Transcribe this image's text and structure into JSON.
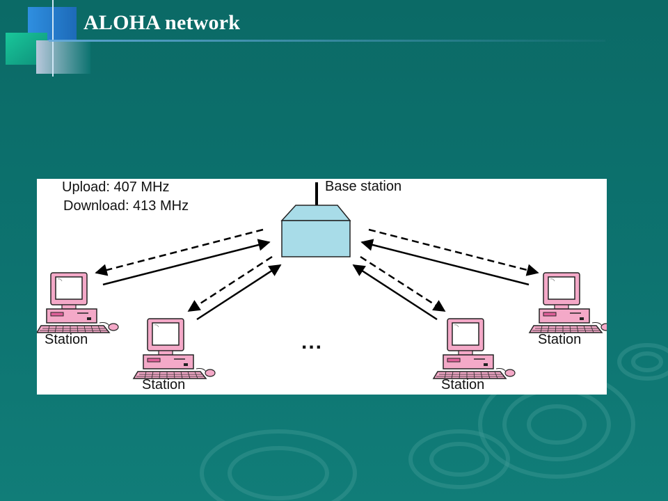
{
  "slide": {
    "title": "ALOHA network"
  },
  "diagram": {
    "upload_label": "Upload: 407 MHz",
    "download_label": "Download: 413 MHz",
    "base_station_label": "Base station",
    "station_label": "Station",
    "ellipsis": "...",
    "colors": {
      "base_station_fill": "#a8dce8",
      "computer_fill": "#f4a9c8",
      "background": "#0d7370"
    }
  }
}
